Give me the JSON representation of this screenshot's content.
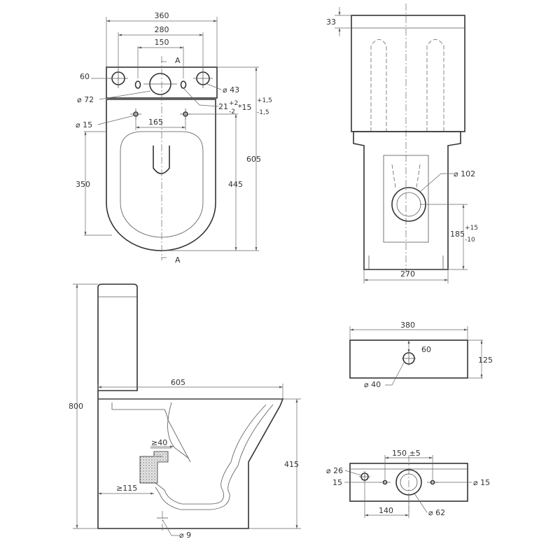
{
  "top_view": {
    "width_total": "360",
    "width_outer": "280",
    "width_inner": "150",
    "section_top": "A",
    "section_bottom": "A",
    "left_offset": "60",
    "dia_outlet": "⌀ 72",
    "dia_right": "⌀ 43",
    "tol_label": "21",
    "tol_up": "+2",
    "tol_down": "-2",
    "tol_mid": "*15",
    "tol2_up": "+1,5",
    "tol2_down": "-1,5",
    "dia_fix": "⌀ 15",
    "fix_span": "165",
    "depth_left": "350",
    "depth_right": "445",
    "depth_total": "605"
  },
  "front_view": {
    "top_offset": "33",
    "dia_outlet": "⌀ 102",
    "height": "185",
    "height_up": "+15",
    "height_down": "-10",
    "base_width": "270"
  },
  "side_view": {
    "height_total": "800",
    "length": "605",
    "wall_min": "≥40",
    "floor_min": "≥115",
    "height_bowl": "415",
    "dia_floor": "⌀ 9"
  },
  "tank_front": {
    "width": "380",
    "offset": "60",
    "height": "125",
    "dia_hole": "⌀ 40"
  },
  "tank_top": {
    "spacing": "150 ±5",
    "dia_left": "⌀ 26",
    "left_offset": "15",
    "dia_right": "⌀ 15",
    "inner_span": "140",
    "dia_center": "⌀ 62"
  }
}
